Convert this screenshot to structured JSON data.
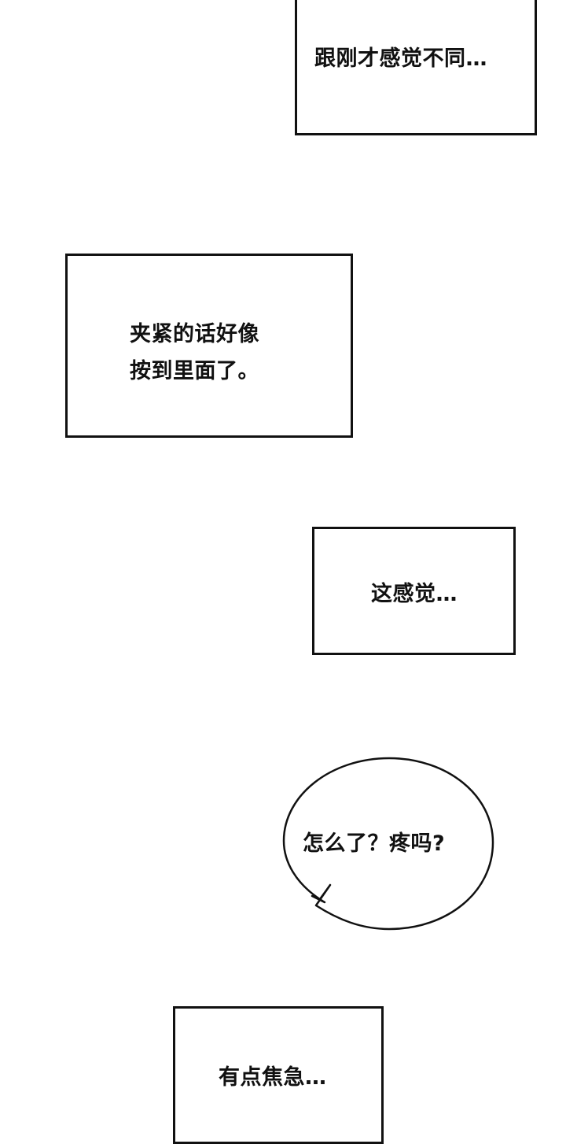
{
  "panels": {
    "caption_1": "跟刚才感觉不同…",
    "caption_2": "夹紧的话好像\n按到里面了。",
    "caption_3": "这感觉…",
    "speech_bubble": "怎么了？疼吗?",
    "caption_4": "有点焦急…"
  }
}
